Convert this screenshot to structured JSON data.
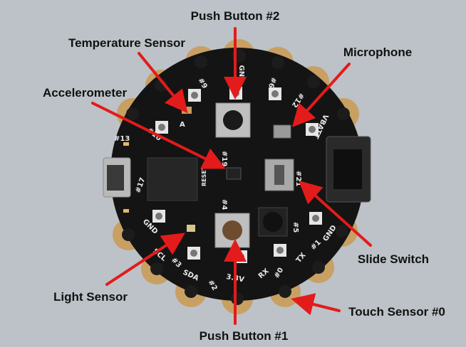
{
  "colors": {
    "background": "#bcc2c7",
    "board": "#141414",
    "pad_gold": "#c8a063",
    "arrow": "#e31b1b"
  },
  "callouts": {
    "push_button_2": "Push Button #2",
    "temperature_sensor": "Temperature Sensor",
    "microphone": "Microphone",
    "accelerometer": "Accelerometer",
    "slide_switch": "Slide Switch",
    "light_sensor": "Light Sensor",
    "touch_sensor_0": "Touch Sensor #0",
    "push_button_1": "Push Button #1"
  },
  "silkscreen": {
    "gnd_top": "GND",
    "p6": "#6",
    "p9": "#9",
    "p12": "#12",
    "p10": "#10",
    "vbatt": "VBATT",
    "p13": "#13",
    "p19": "#19",
    "reset": "RESET",
    "p4": "#4",
    "p17": "#17",
    "p5": "#5",
    "p21": "#21",
    "p0": "#0",
    "p1": "#1",
    "p2": "#2",
    "p3": "#3",
    "gnd_left": "GND",
    "gnd_right": "GND",
    "scl": "SCL",
    "sda": "SDA",
    "v33": "3.3V",
    "rx": "RX",
    "tx": "TX",
    "a": "A"
  }
}
